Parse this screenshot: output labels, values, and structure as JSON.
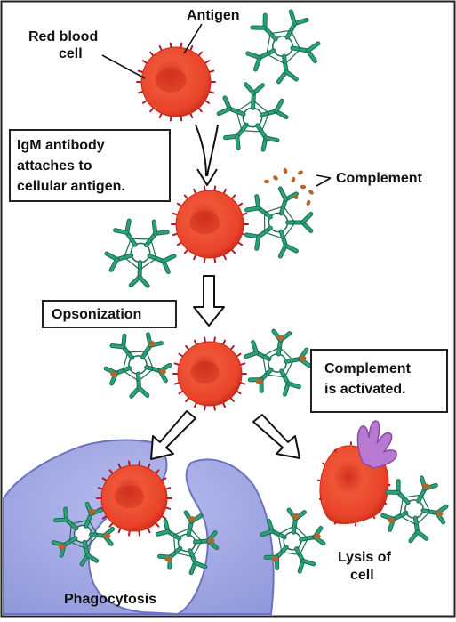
{
  "labels": {
    "antigen": "Antigen",
    "red_blood_cell_line1": "Red blood",
    "red_blood_cell_line2": "cell",
    "complement": "Complement",
    "phagocytosis": "Phagocytosis",
    "lysis_line1": "Lysis of",
    "lysis_line2": "cell"
  },
  "boxes": {
    "igm_line1": "IgM antibody",
    "igm_line2": "attaches to",
    "igm_line3": "cellular antigen.",
    "opsonization": "Opsonization",
    "activated_line1": "Complement",
    "activated_line2": "is activated."
  },
  "colors": {
    "cell": "#e8432a",
    "cell_dark": "#c62a16",
    "spike": "#b01a2a",
    "antibody": "#29a37a",
    "antibody_dark": "#1a6e50",
    "complement": "#b5652b",
    "phagocyte": "#9fa6e0",
    "phagocyte_dark": "#6c74bf",
    "pore": "#b87ad0"
  }
}
